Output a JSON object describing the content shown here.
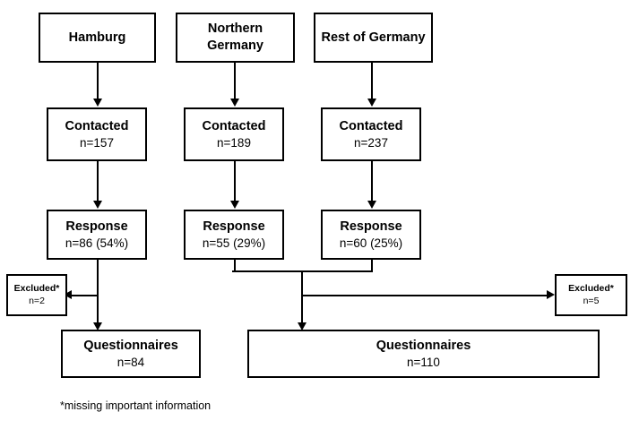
{
  "diagram": {
    "type": "flowchart",
    "title_absent": true,
    "footnote": "*missing important information",
    "stroke_color": "#000000",
    "background_color": "#ffffff",
    "columns": [
      {
        "id": "hamburg",
        "header": "Hamburg",
        "contacted_label": "Contacted",
        "contacted_n": "n=157",
        "response_label": "Response",
        "response_n": "n=86 (54%)"
      },
      {
        "id": "northern-germany",
        "header": "Northern\nGermany",
        "header_line1": "Northern",
        "header_line2": "Germany",
        "contacted_label": "Contacted",
        "contacted_n": "n=189",
        "response_label": "Response",
        "response_n": "n=55 (29%)"
      },
      {
        "id": "rest-of-germany",
        "header": "Rest of Germany",
        "contacted_label": "Contacted",
        "contacted_n": "n=237",
        "response_label": "Response",
        "response_n": "n=60 (25%)"
      }
    ],
    "excluded_left": {
      "label": "Excluded*",
      "n": "n=2"
    },
    "excluded_right": {
      "label": "Excluded*",
      "n": "n=5"
    },
    "questionnaires_left": {
      "label": "Questionnaires",
      "n": "n=84"
    },
    "questionnaires_right": {
      "label": "Questionnaires",
      "n": "n=110"
    }
  },
  "chart_data": {
    "type": "diagram",
    "title": "",
    "nodes": [
      {
        "id": "hamburg",
        "label": "Hamburg",
        "value": null
      },
      {
        "id": "northern-germany",
        "label": "Northern Germany",
        "value": null
      },
      {
        "id": "rest-of-germany",
        "label": "Rest of Germany",
        "value": null
      },
      {
        "id": "contacted-hh",
        "label": "Contacted",
        "value": 157
      },
      {
        "id": "contacted-ng",
        "label": "Contacted",
        "value": 189
      },
      {
        "id": "contacted-rg",
        "label": "Contacted",
        "value": 237
      },
      {
        "id": "response-hh",
        "label": "Response",
        "value": 86,
        "percent": 54
      },
      {
        "id": "response-ng",
        "label": "Response",
        "value": 55,
        "percent": 29
      },
      {
        "id": "response-rg",
        "label": "Response",
        "value": 60,
        "percent": 25
      },
      {
        "id": "excluded-hh",
        "label": "Excluded*",
        "value": 2
      },
      {
        "id": "excluded-merged",
        "label": "Excluded*",
        "value": 5
      },
      {
        "id": "questionnaires-hh",
        "label": "Questionnaires",
        "value": 84
      },
      {
        "id": "questionnaires-merged",
        "label": "Questionnaires",
        "value": 110
      }
    ],
    "edges": [
      {
        "from": "hamburg",
        "to": "contacted-hh"
      },
      {
        "from": "northern-germany",
        "to": "contacted-ng"
      },
      {
        "from": "rest-of-germany",
        "to": "contacted-rg"
      },
      {
        "from": "contacted-hh",
        "to": "response-hh"
      },
      {
        "from": "contacted-ng",
        "to": "response-ng"
      },
      {
        "from": "contacted-rg",
        "to": "response-rg"
      },
      {
        "from": "response-hh",
        "to": "excluded-hh"
      },
      {
        "from": "response-hh",
        "to": "questionnaires-hh"
      },
      {
        "from": "response-ng",
        "to": "questionnaires-merged"
      },
      {
        "from": "response-rg",
        "to": "questionnaires-merged"
      },
      {
        "from": "response-ng+response-rg",
        "to": "excluded-merged"
      }
    ]
  }
}
